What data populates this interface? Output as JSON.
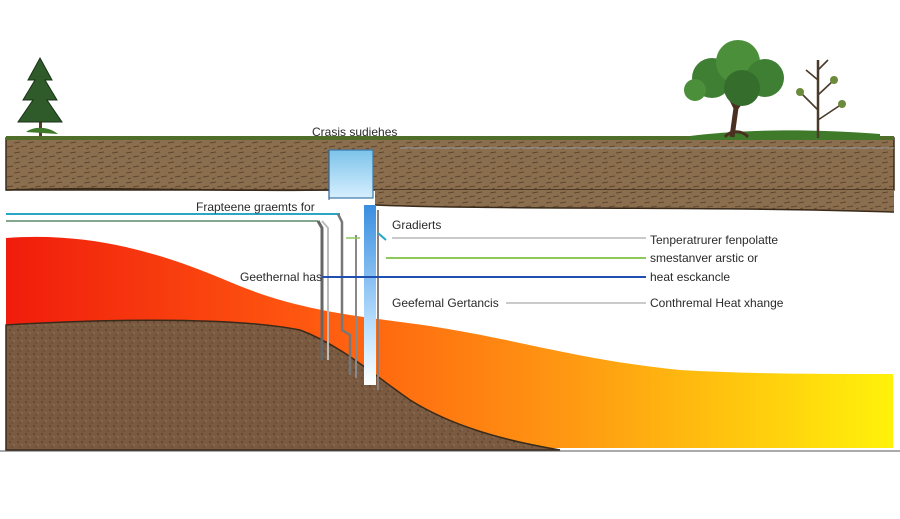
{
  "labels": {
    "top": "Crasis sudiehes",
    "pipe_left": "Frapteene graemts for",
    "gradients": "Gradierts",
    "geothermal": "Geethernal has",
    "geofemal": "Geefemal Gertancis",
    "right_1": "Tenperatrurer fenpolatte",
    "right_2": "smestanver arstic or",
    "right_3": "heat esckancle",
    "right_4": "Conthremal Heat xhange"
  },
  "colors": {
    "sky": "#ffffff",
    "soil_top": "#8b6e4e",
    "grass": "#3f7a2a",
    "heat_hot": "#f01c0c",
    "heat_mid": "#ff8a14",
    "heat_cool": "#fff20a",
    "deep_soil": "#7a5a40",
    "pipe_blue": "#2aa6c8",
    "pipe_dark": "#1f4fb0",
    "line_green": "#8cc85a",
    "line_gray": "#b8b8b8",
    "well_water": "#a9d8f2"
  },
  "icons": [
    "conifer-tree-icon",
    "leafy-tree-icon",
    "bare-tree-icon"
  ]
}
